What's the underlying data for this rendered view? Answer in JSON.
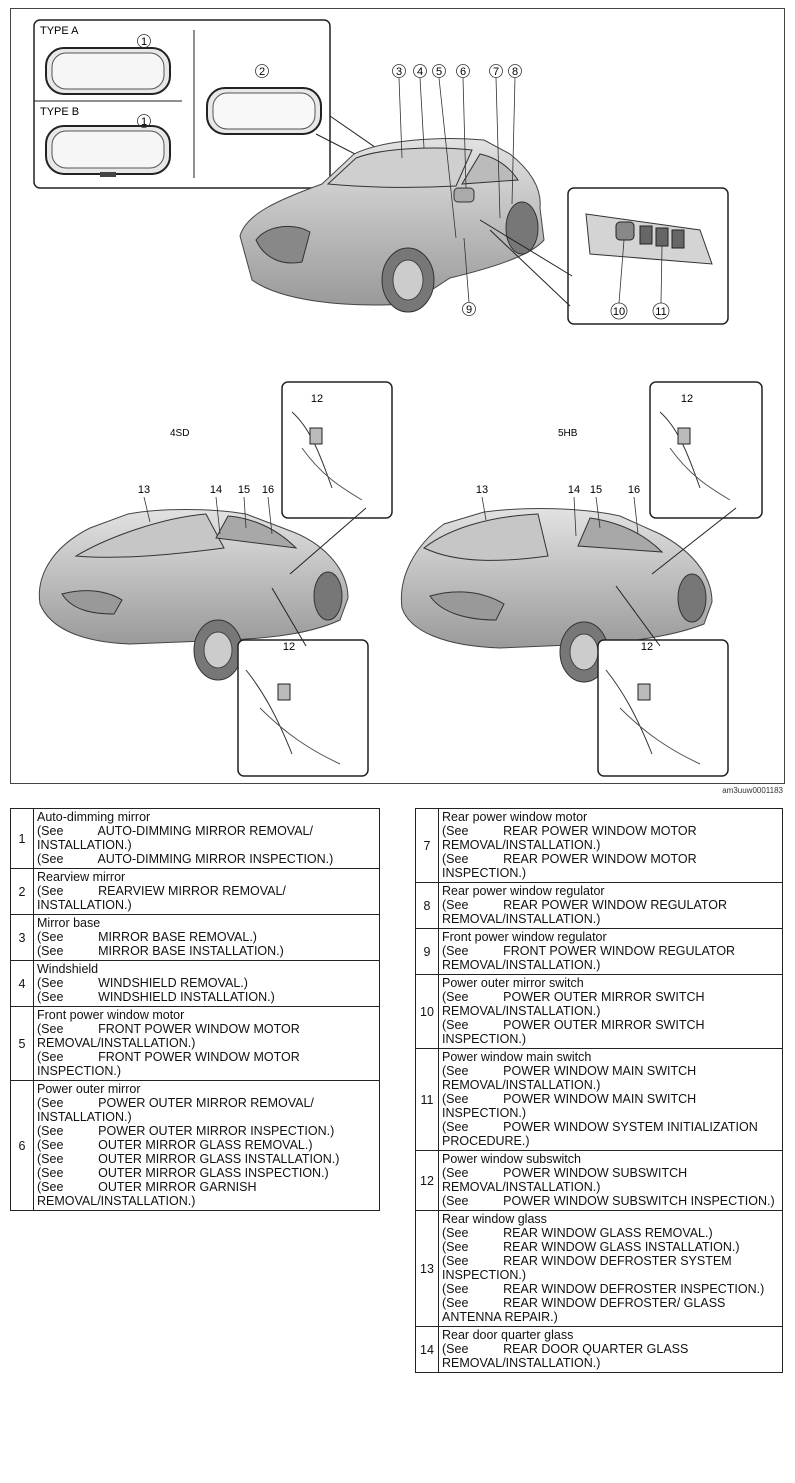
{
  "figure": {
    "labels": {
      "type_a": "TYPE A",
      "type_b": "TYPE B",
      "sedan": "4SD",
      "hatch": "5HB"
    },
    "callouts": [
      "1",
      "1",
      "2",
      "3",
      "4",
      "5",
      "6",
      "7",
      "8",
      "9",
      "10",
      "11",
      "12",
      "12",
      "12",
      "12",
      "13",
      "14",
      "15",
      "16",
      "13",
      "14",
      "15",
      "16"
    ],
    "caption": "am3uuw0001183"
  },
  "table_left": [
    {
      "num": "1",
      "title": "Auto-dimming mirror",
      "refs": [
        "(See          AUTO-DIMMING MIRROR REMOVAL/ INSTALLATION.)",
        "(See          AUTO-DIMMING MIRROR INSPECTION.)"
      ]
    },
    {
      "num": "2",
      "title": "Rearview mirror",
      "refs": [
        "(See          REARVIEW MIRROR REMOVAL/ INSTALLATION.)"
      ]
    },
    {
      "num": "3",
      "title": "Mirror base",
      "refs": [
        "(See          MIRROR BASE REMOVAL.)",
        "(See          MIRROR BASE INSTALLATION.)"
      ]
    },
    {
      "num": "4",
      "title": "Windshield",
      "refs": [
        "(See          WINDSHIELD REMOVAL.)",
        "(See          WINDSHIELD INSTALLATION.)"
      ]
    },
    {
      "num": "5",
      "title": "Front power window motor",
      "refs": [
        "(See          FRONT POWER WINDOW MOTOR REMOVAL/INSTALLATION.)",
        "(See          FRONT POWER WINDOW MOTOR INSPECTION.)"
      ]
    },
    {
      "num": "6",
      "title": "Power outer mirror",
      "refs": [
        "(See          POWER OUTER MIRROR REMOVAL/ INSTALLATION.)",
        "(See          POWER OUTER MIRROR INSPECTION.)",
        "(See          OUTER MIRROR GLASS REMOVAL.)",
        "(See          OUTER MIRROR GLASS INSTALLATION.)",
        "(See          OUTER MIRROR GLASS INSPECTION.)",
        "(See          OUTER MIRROR GARNISH REMOVAL/INSTALLATION.)"
      ]
    }
  ],
  "table_right": [
    {
      "num": "7",
      "title": "Rear power window motor",
      "refs": [
        "(See          REAR POWER WINDOW MOTOR REMOVAL/INSTALLATION.)",
        "(See          REAR POWER WINDOW MOTOR INSPECTION.)"
      ]
    },
    {
      "num": "8",
      "title": "Rear power window regulator",
      "refs": [
        "(See          REAR POWER WINDOW REGULATOR REMOVAL/INSTALLATION.)"
      ]
    },
    {
      "num": "9",
      "title": "Front power window regulator",
      "refs": [
        "(See          FRONT POWER WINDOW REGULATOR REMOVAL/INSTALLATION.)"
      ]
    },
    {
      "num": "10",
      "title": "Power outer mirror switch",
      "refs": [
        "(See          POWER OUTER MIRROR SWITCH REMOVAL/INSTALLATION.)",
        "(See          POWER OUTER MIRROR SWITCH INSPECTION.)"
      ]
    },
    {
      "num": "11",
      "title": "Power window main switch",
      "refs": [
        "(See          POWER WINDOW MAIN SWITCH REMOVAL/INSTALLATION.)",
        "(See          POWER WINDOW MAIN SWITCH INSPECTION.)",
        "(See          POWER WINDOW SYSTEM INITIALIZATION PROCEDURE.)"
      ]
    },
    {
      "num": "12",
      "title": "Power window subswitch",
      "refs": [
        "(See          POWER WINDOW SUBSWITCH REMOVAL/INSTALLATION.)",
        "(See          POWER WINDOW SUBSWITCH INSPECTION.)"
      ]
    },
    {
      "num": "13",
      "title": "Rear window glass",
      "refs": [
        "(See          REAR WINDOW GLASS REMOVAL.)",
        "(See          REAR WINDOW GLASS INSTALLATION.)",
        "(See          REAR WINDOW DEFROSTER SYSTEM INSPECTION.)",
        "(See          REAR WINDOW DEFROSTER INSPECTION.)",
        "(See          REAR WINDOW DEFROSTER/ GLASS ANTENNA REPAIR.)"
      ]
    },
    {
      "num": "14",
      "title": "Rear door quarter glass",
      "refs": [
        "(See          REAR DOOR QUARTER GLASS REMOVAL/INSTALLATION.)"
      ]
    }
  ]
}
